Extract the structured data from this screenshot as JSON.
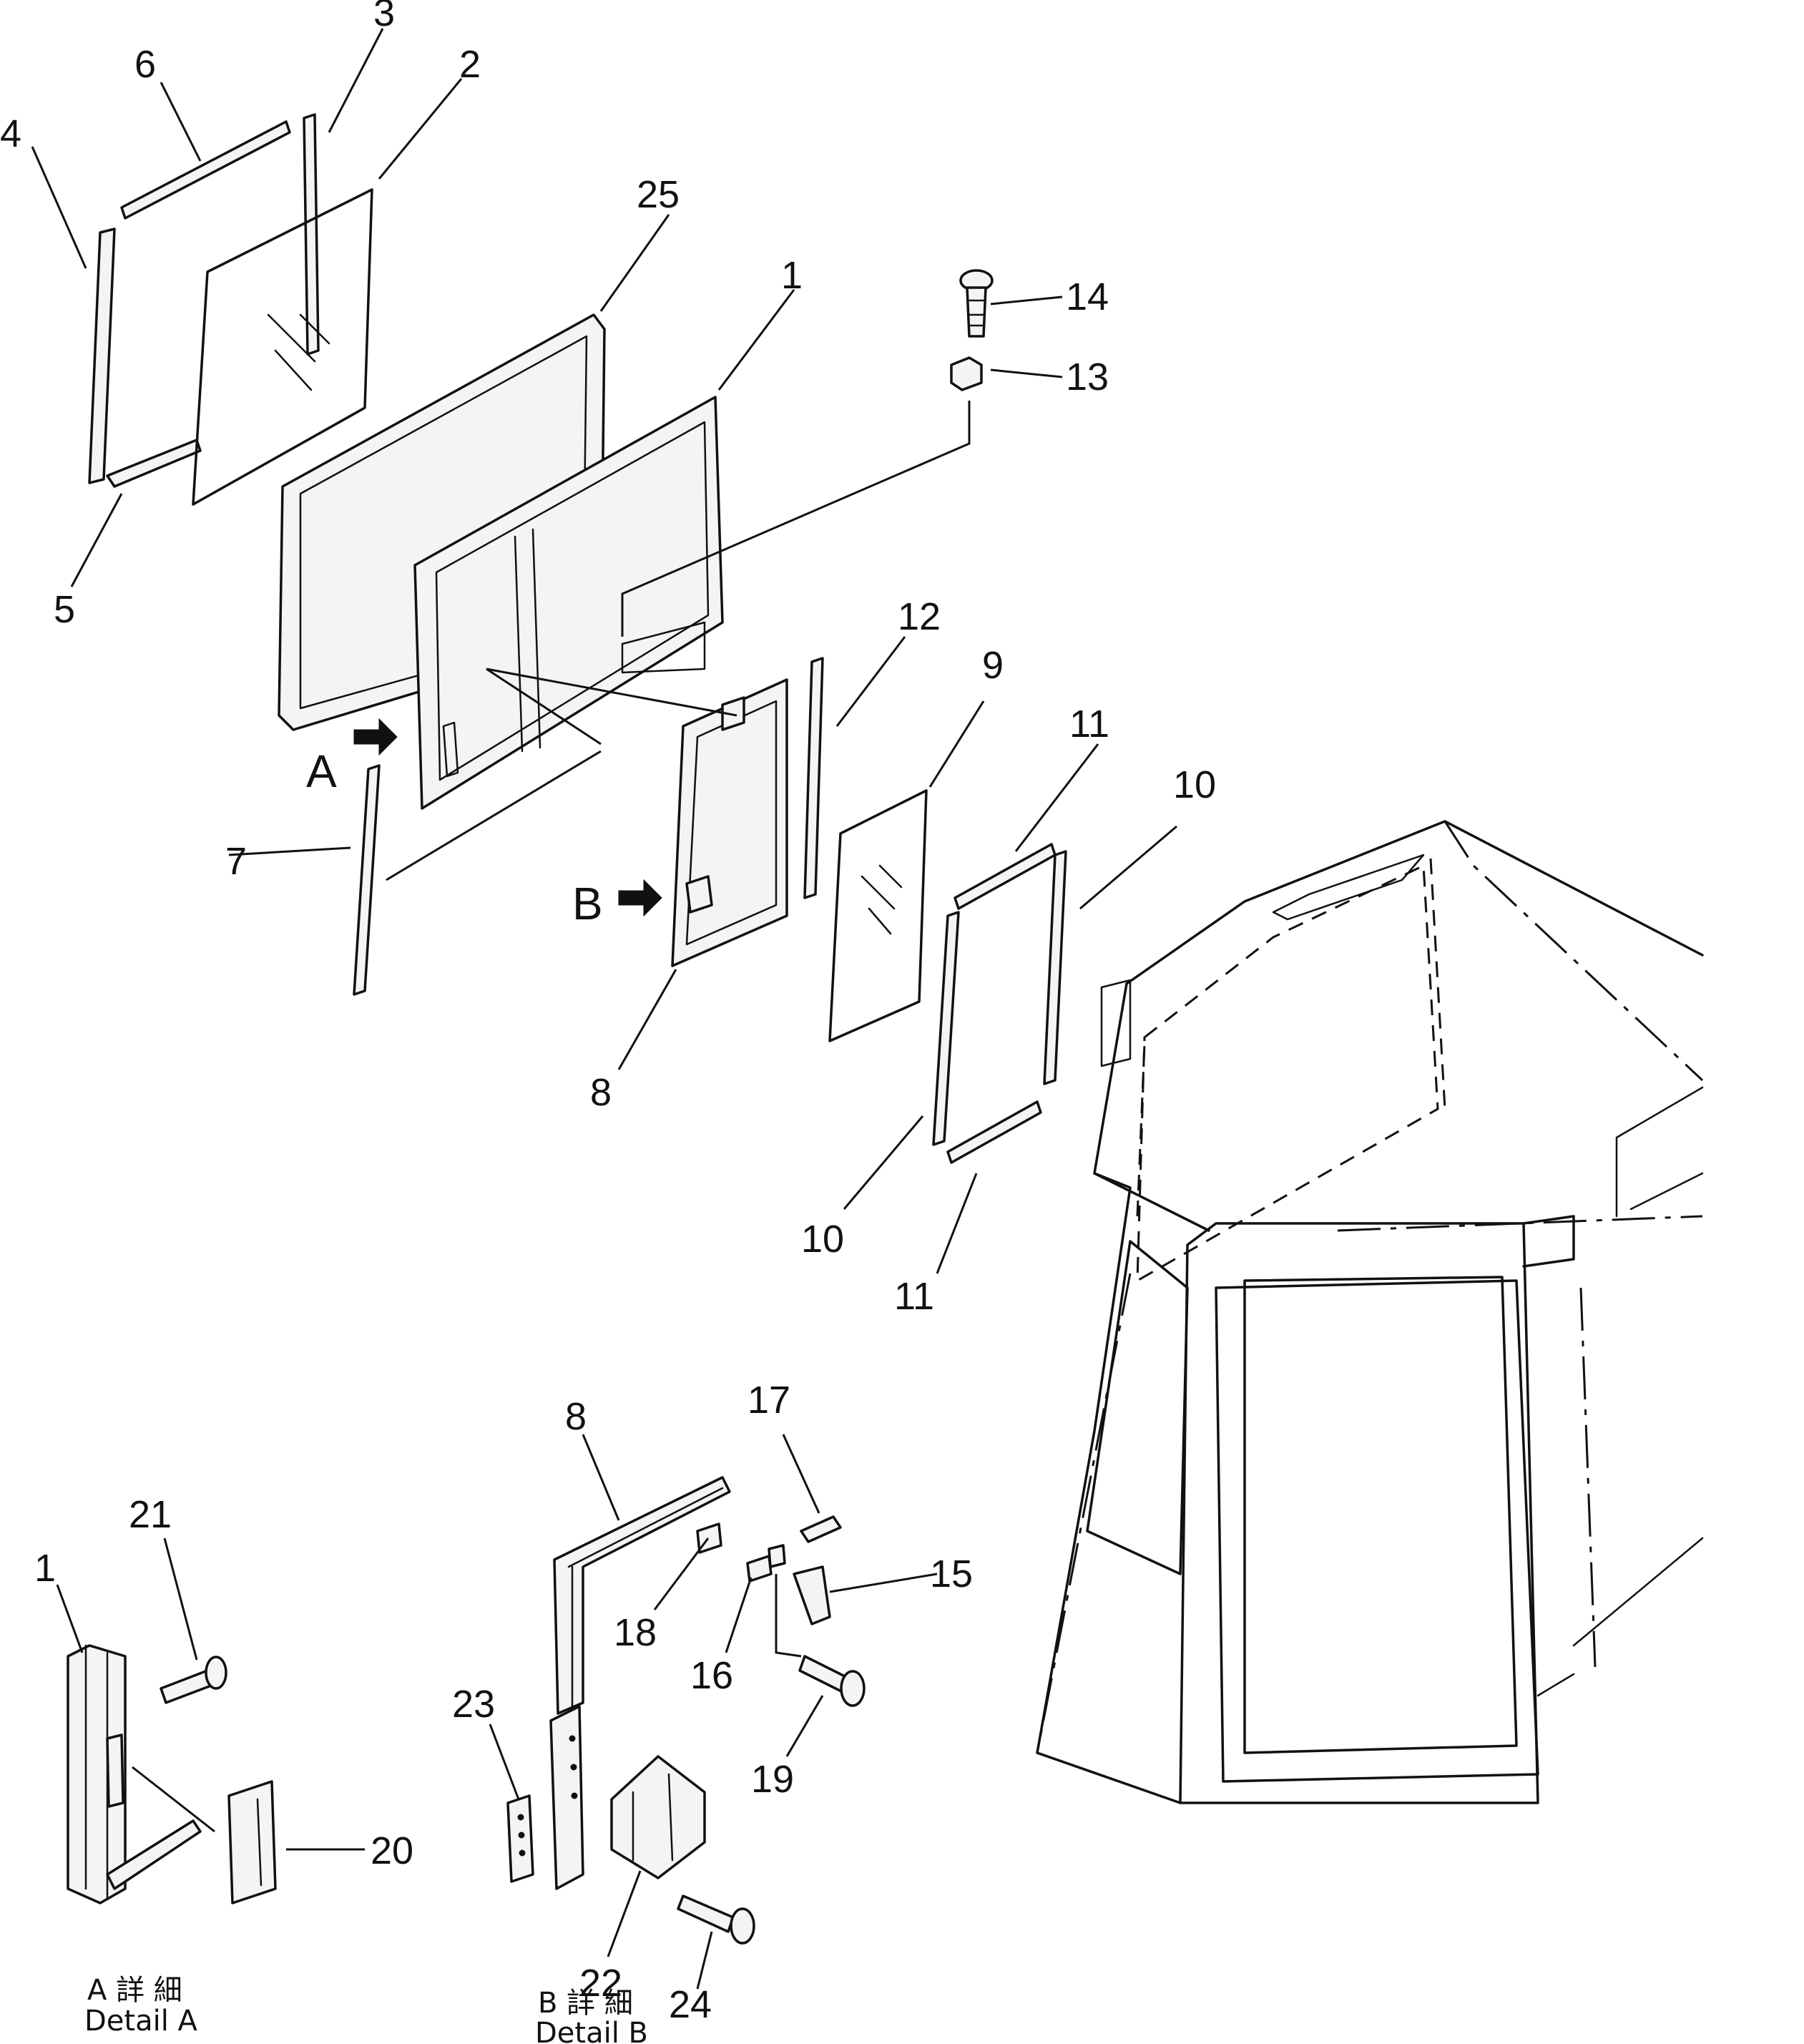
{
  "part_labels": {
    "p1": "1",
    "p2": "2",
    "p3": "3",
    "p4": "4",
    "p5": "5",
    "p6": "6",
    "p7": "7",
    "p8": "8",
    "p9": "9",
    "p10": "10",
    "p11": "11",
    "p12": "12",
    "p13": "13",
    "p14": "14",
    "p15": "15",
    "p16": "16",
    "p17": "17",
    "p18": "18",
    "p19": "19",
    "p20": "20",
    "p21": "21",
    "p22": "22",
    "p23": "23",
    "p24": "24",
    "p25": "25"
  },
  "view_markers": {
    "a": "A",
    "b": "B"
  },
  "captions": {
    "detail_a_jp": "A 詳 細",
    "detail_a_en": "Detail  A",
    "detail_b_jp": "B 詳 細",
    "detail_b_en": "Detail  B"
  }
}
